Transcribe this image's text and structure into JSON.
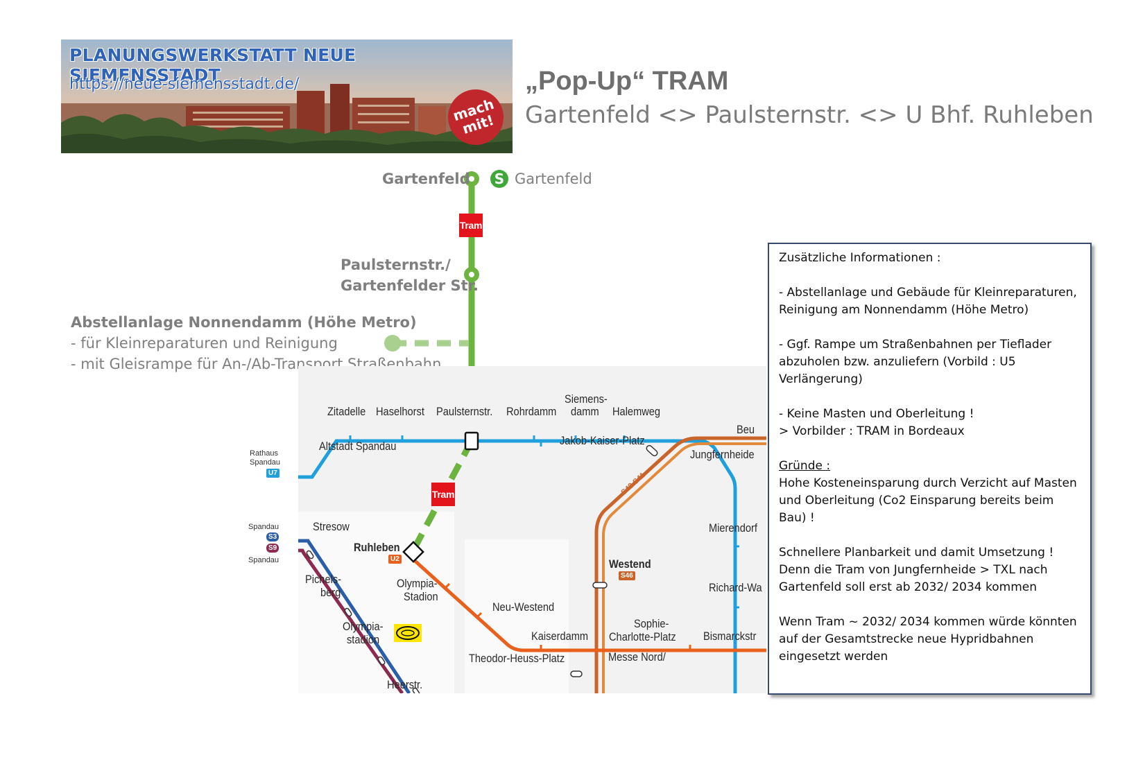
{
  "banner": {
    "title": "PLANUNGSWERKSTATT NEUE SIEMENSSTADT",
    "url": "https://neue-siemensstadt.de/",
    "badge_line1": "mach",
    "badge_line2": "mit!"
  },
  "heading": {
    "title": "„Pop-Up“ TRAM",
    "subtitle": "Gartenfeld <> Paulsternstr. <> U Bhf. Ruhleben"
  },
  "route": {
    "stop_gartenfeld": "Gartenfeld",
    "s_bahn_symbol": "S",
    "s_bahn_label": "Gartenfeld",
    "stop_paulstern_line1": "Paulsternstr./",
    "stop_paulstern_line2": "Gartenfelder Str.",
    "tram_label": "Tram",
    "depot_title": "Abstellanlage Nonnendamm (Höhe Metro)",
    "depot_line1": "- für Kleinreparaturen und Reinigung",
    "depot_line2": "- mit Gleisrampe für An-/Ab-Transport Straßenbahn",
    "colors": {
      "green": "#6db33f",
      "green_light": "#a9d08e",
      "tram_red": "#e3141b"
    }
  },
  "map": {
    "stations": {
      "zitadelle": "Zitadelle",
      "haselhorst": "Haselhorst",
      "paulsternstr": "Paulsternstr.",
      "rohrdamm": "Rohrdamm",
      "siemensdamm_1": "Siemens-",
      "siemensdamm_2": "damm",
      "halemweg": "Halemweg",
      "beu": "Beu",
      "altstadt_spandau": "Altstadt Spandau",
      "jakob_kaiser": "Jakob-Kaiser-Platz",
      "jungfernheide": "Jungfernheide",
      "s42s41": "S42 S41",
      "mierendorf": "Mierendorf",
      "richard_wa": "Richard-Wa",
      "stresow": "Stresow",
      "ruhleben": "Ruhleben",
      "pichelsberg_1": "Pichels-",
      "pichelsberg_2": "berg",
      "olympia_stadion_1": "Olympia-",
      "olympia_stadion_2": "Stadion",
      "olympiastadion_1": "Olympia-",
      "olympiastadion_2": "stadion",
      "heerstr": "Heerstr.",
      "neu_westend": "Neu-Westend",
      "westend": "Westend",
      "kaiserdamm": "Kaiserdamm",
      "theodor_heuss": "Theodor-Heuss-Platz",
      "sophie_1": "Sophie-",
      "sophie_2": "Charlotte-Platz",
      "bismarckstr": "Bismarckstr",
      "messe_nord": "Messe Nord/"
    },
    "side_labels": {
      "rathaus_1": "Rathaus",
      "rathaus_2": "Spandau",
      "spandau_top": "Spandau",
      "spandau_bottom": "Spandau"
    },
    "line_badges": {
      "u7": "U7",
      "s3": "S3",
      "s9": "S9",
      "u2": "U2",
      "s46": "S46"
    },
    "colors": {
      "u7": "#1fa0dc",
      "u2": "#e8601b",
      "ring": "#c9642a",
      "s3": "#2a5ea6",
      "s9": "#8c2a4f"
    }
  },
  "info": {
    "heading": "Zusätzliche Informationen :",
    "p1": "- Abstellanlage und Gebäude für Kleinreparaturen, Reinigung am Nonnendamm (Höhe Metro)",
    "p2": "- Ggf. Rampe um Straßenbahnen per Tieflader abzuholen bzw. anzuliefern (Vorbild : U5 Verlängerung)",
    "p3a": "- Keine Masten und Oberleitung !",
    "p3b": "> Vorbilder : TRAM in Bordeaux",
    "reasons_title": "Gründe :",
    "p4": "Hohe Kosteneinsparung durch Verzicht auf Masten und Oberleitung (Co2 Einsparung bereits beim Bau) !",
    "p5a": "Schnellere Planbarkeit und damit Umsetzung !",
    "p5b": "Denn die Tram von Jungfernheide > TXL nach Gartenfeld soll erst ab 2032/ 2034 kommen",
    "p6": "Wenn Tram ~ 2032/ 2034 kommen würde könnten auf der Gesamtstrecke neue Hypridbahnen eingesetzt werden"
  }
}
